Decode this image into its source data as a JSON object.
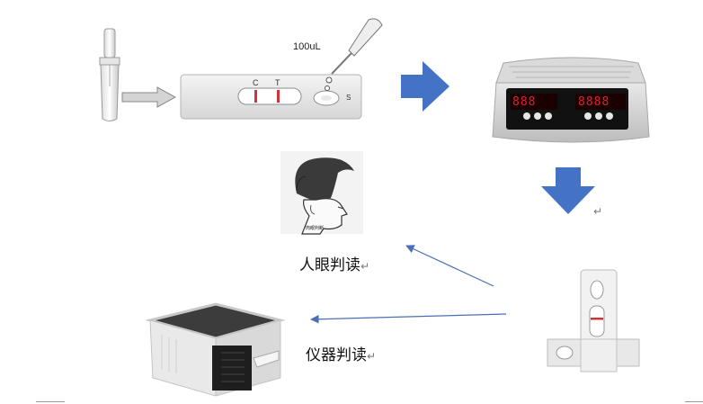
{
  "sample_volume": "100uL",
  "cassette": {
    "control_label": "C",
    "test_label": "T",
    "sample_label": "S"
  },
  "incubator_display": {
    "left": "888",
    "right": "8888"
  },
  "labels": {
    "visual_reading": "人眼判读",
    "instrument_reading": "仪器判读",
    "return_mark": "↵"
  },
  "portrait_caption": "肉眼判断",
  "colors": {
    "arrow_blue": "#4472c4",
    "control_line": "#d0343a",
    "display_red": "#e0202a",
    "connector_line": "#4a6fb5"
  }
}
